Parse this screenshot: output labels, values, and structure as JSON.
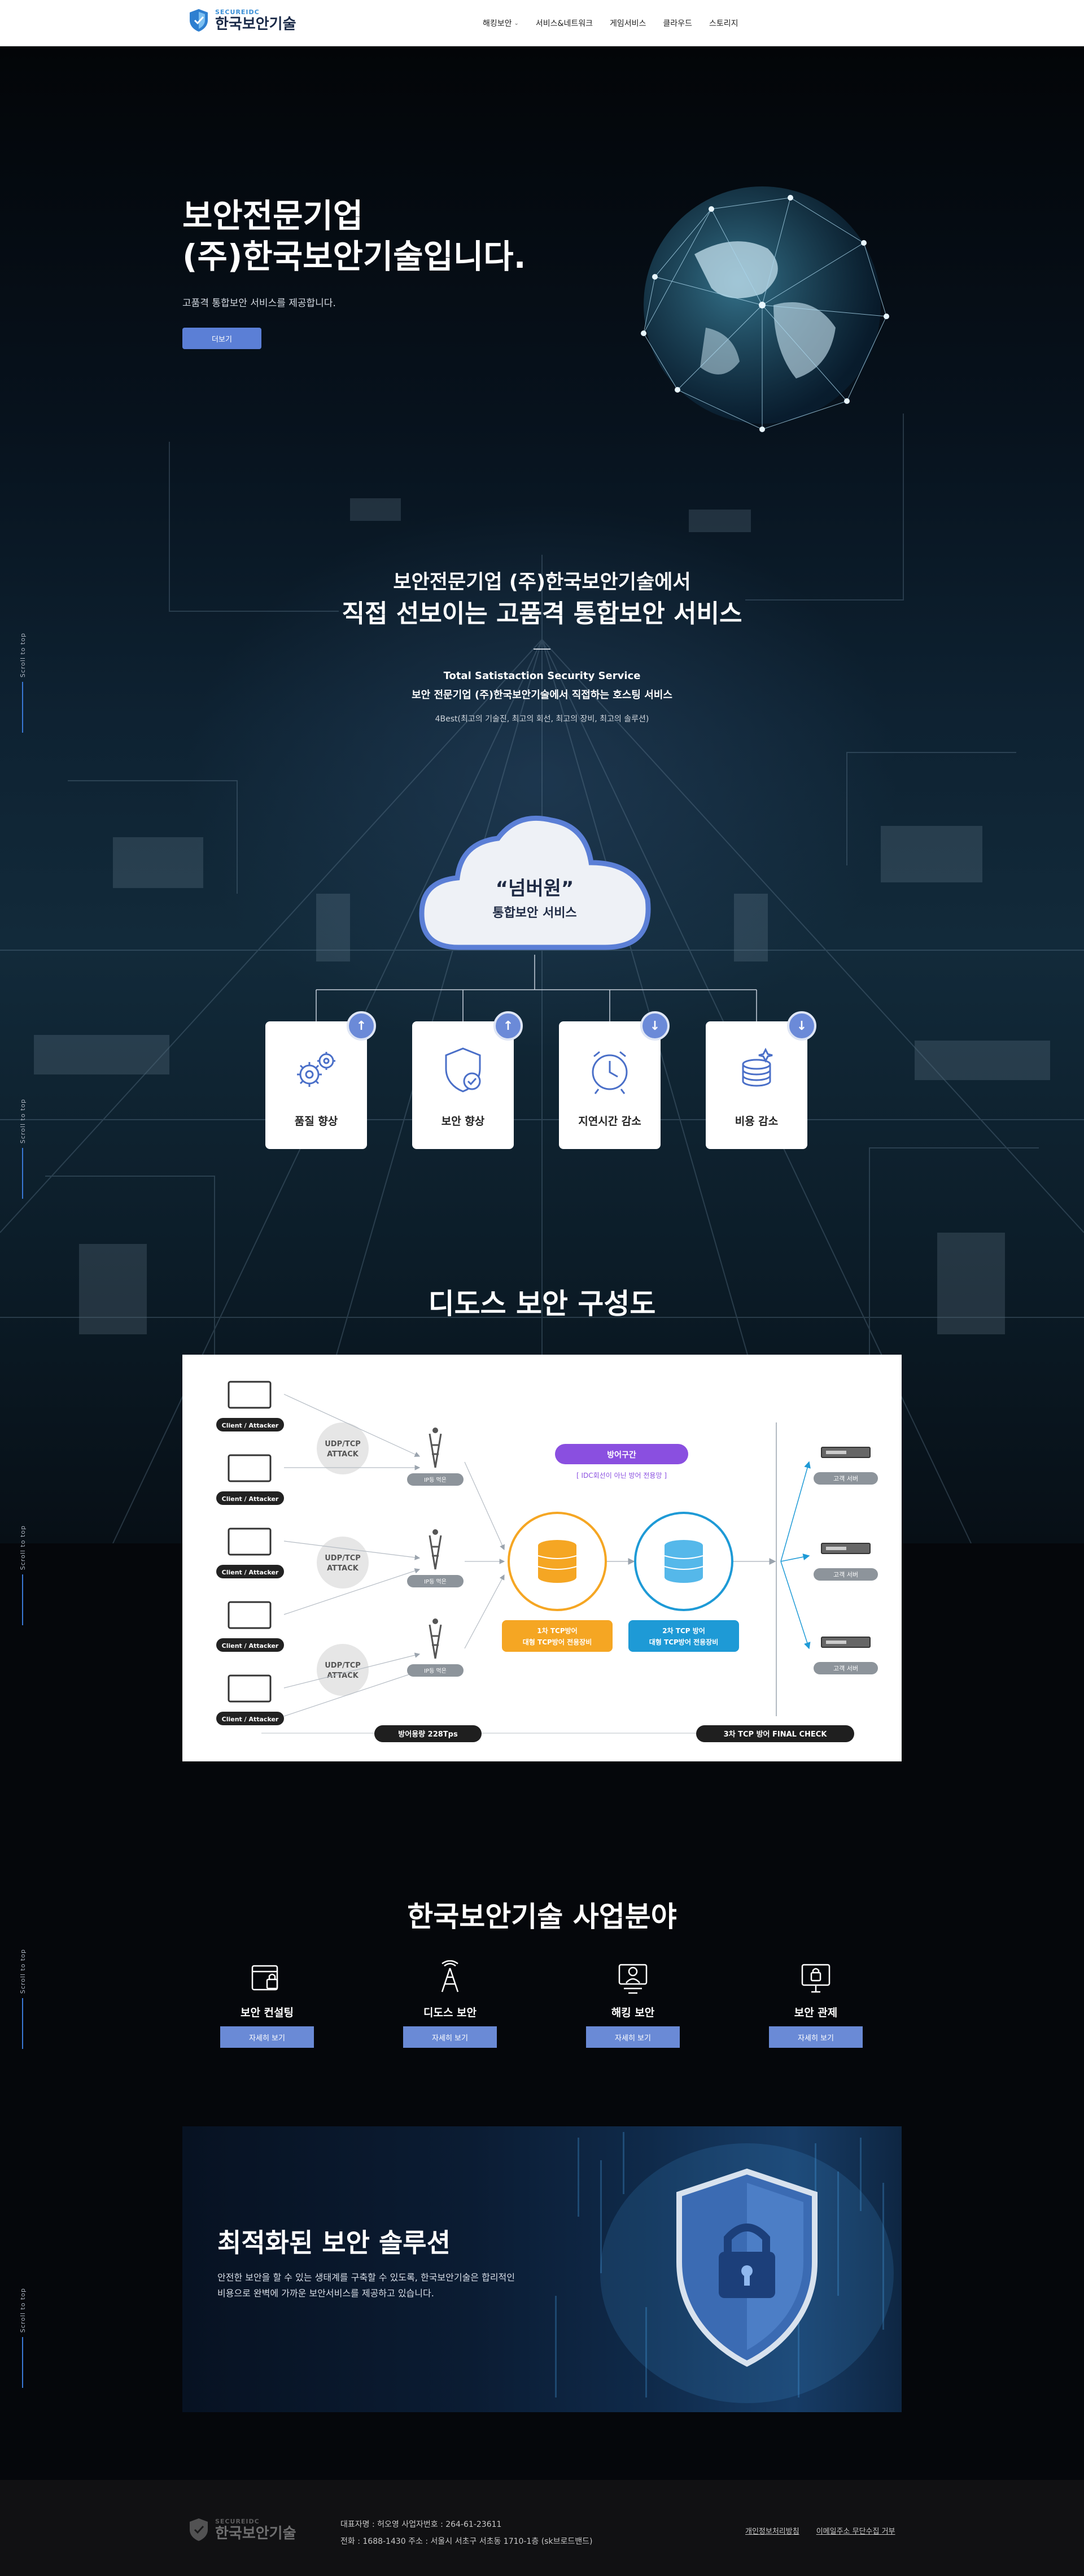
{
  "header": {
    "logo_small": "SECUREIDC",
    "logo_big": "한국보안기술",
    "nav": [
      "해킹보안",
      "서비스&네트워크",
      "게임서비스",
      "클라우드",
      "스토리지"
    ]
  },
  "hero": {
    "title_line1": "보안전문기업",
    "title_line2": "(주)한국보안기술입니다.",
    "subtitle": "고품격 통합보안 서비스를 제공합니다.",
    "button": "더보기"
  },
  "intro": {
    "line1": "보안전문기업 (주)한국보안기술에서",
    "line2": "직접 선보이는 고품격 통합보안 서비스",
    "line3": "Total Satistaction Security Service",
    "line4": "보안 전문기업 (주)한국보안기술에서 직접하는 호스팅 서비스",
    "line5": "4Best(최고의 기술진, 최고의 회선, 최고의 장비, 최고의 솔루션)"
  },
  "cloud": {
    "title": "“넘버원”",
    "subtitle": "통합보안 서비스"
  },
  "benefits": [
    {
      "label": "품질 향상",
      "direction": "↑"
    },
    {
      "label": "보안 향상",
      "direction": "↑"
    },
    {
      "label": "지연시간 감소",
      "direction": "↓"
    },
    {
      "label": "비용 감소",
      "direction": "↓"
    }
  ],
  "scroll_top_label": "Scroll to top",
  "ddos": {
    "title": "디도스 보안 구성도",
    "client_label": "Client / Attacker",
    "attack_label_1": "UDP/TCP",
    "attack_label_2": "ATTACK",
    "ip_label": "IP등 먹은",
    "zone_label": "방어구간",
    "zone_sub": "[ IDC회선이 아닌 방어 전용망 ]",
    "stage1_line1": "1차 TCP방어",
    "stage1_line2": "대형 TCP방어 전용장비",
    "stage2_line1": "2차 TCP 방어",
    "stage2_line2": "대형 TCP방어 전용장비",
    "server_label": "고객 서버",
    "capacity": "방어용량 228Tps",
    "final": "3차 TCP 방어 FINAL CHECK"
  },
  "business": {
    "title": "한국보안기술 사업분야",
    "button": "자세히 보기",
    "items": [
      {
        "label": "보안 컨설팅",
        "icon": "consulting-icon"
      },
      {
        "label": "디도스 보안",
        "icon": "ddos-icon"
      },
      {
        "label": "해킹 보안",
        "icon": "hacker-icon"
      },
      {
        "label": "보안 관제",
        "icon": "monitor-icon"
      }
    ]
  },
  "solution": {
    "title": "최적화된 보안 솔루션",
    "text_line1": "안전한 보안을 할 수 있는 생태계를 구축할 수 있도록, 한국보안기술은 합리적인",
    "text_line2": "비용으로 완벽에 가까운 보안서비스를 제공하고 있습니다."
  },
  "footer": {
    "logo_small": "SECUREIDC",
    "logo_big": "한국보안기술",
    "info1": "대표자명 : 허오영    사업자번호 : 264-61-23611",
    "info2": "전화 : 1688-1430    주소 : 서울시 서초구 서초동 1710-1층 (sk브로드밴드)",
    "link1": "개인정보처리방침",
    "link2": "이메일주소 무단수집 거부"
  },
  "colors": {
    "accent": "#5b7fd6",
    "orange": "#f5a623",
    "blue": "#1e9ad6",
    "purple": "#8a4fe0"
  }
}
